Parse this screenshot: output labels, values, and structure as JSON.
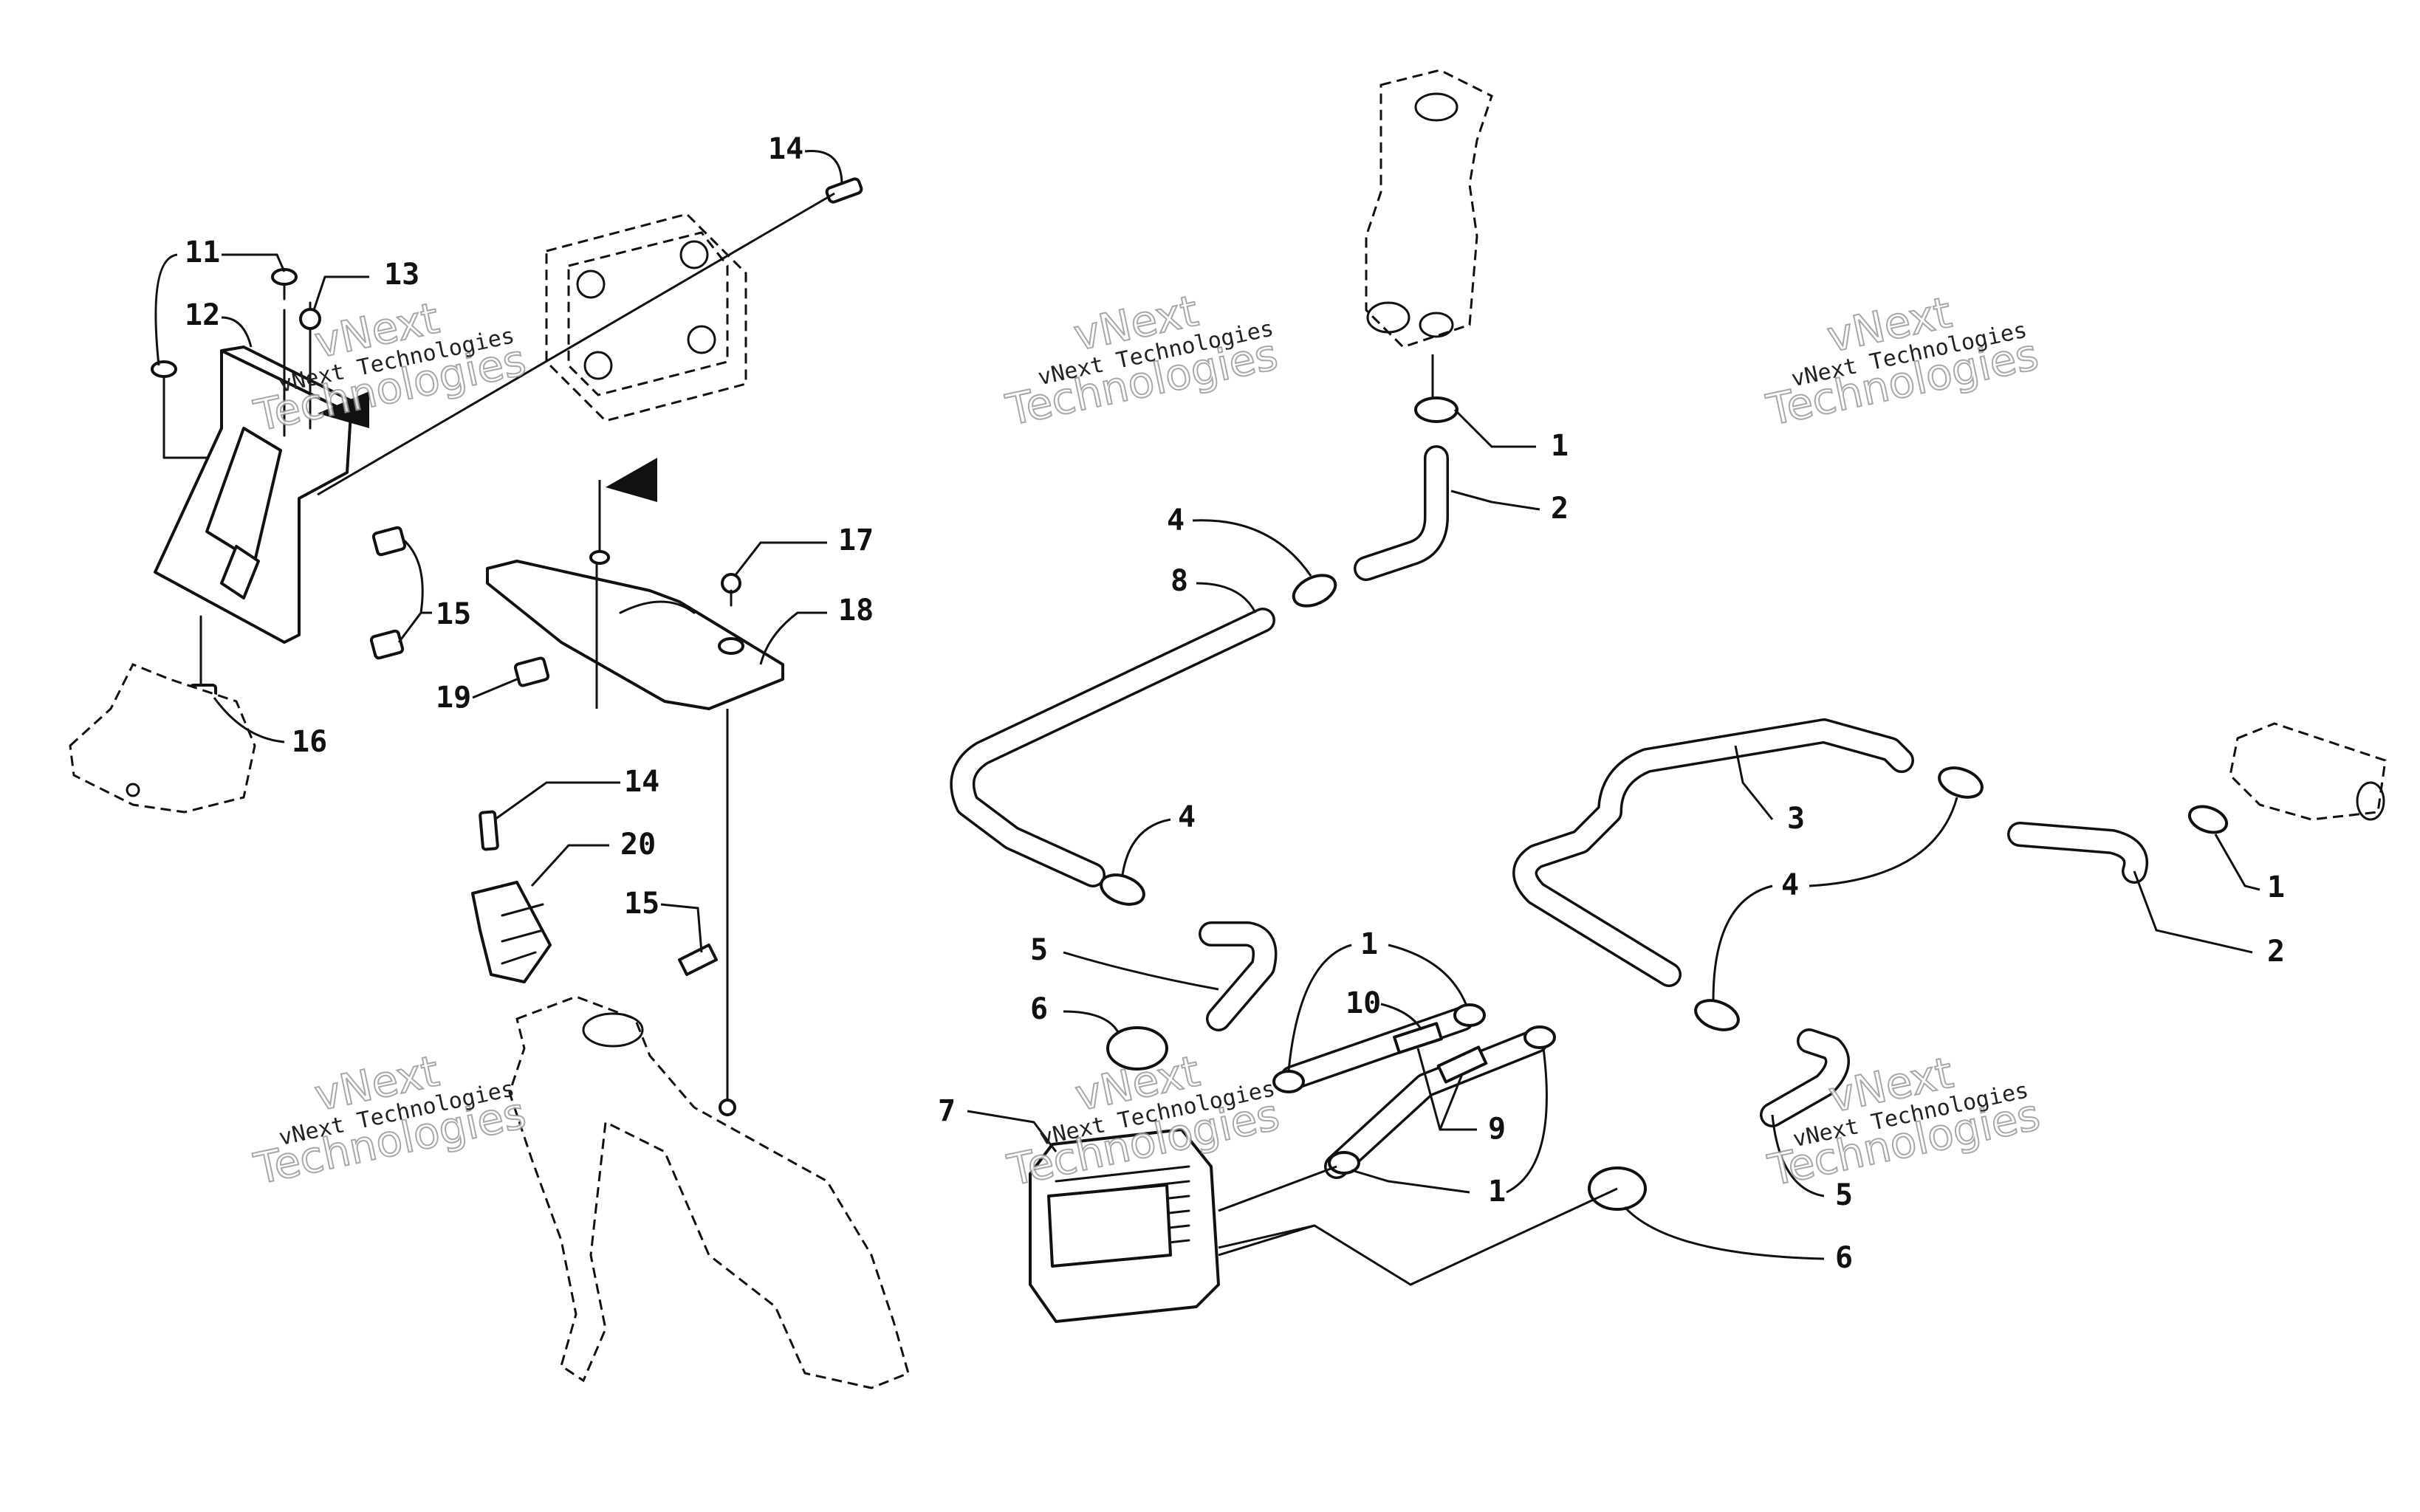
{
  "callouts": [
    {
      "id": "c14a",
      "text": "14"
    },
    {
      "id": "c11",
      "text": "11"
    },
    {
      "id": "c13",
      "text": "13"
    },
    {
      "id": "c12",
      "text": "12"
    },
    {
      "id": "c15a",
      "text": "15"
    },
    {
      "id": "c16",
      "text": "16"
    },
    {
      "id": "c17",
      "text": "17"
    },
    {
      "id": "c18",
      "text": "18"
    },
    {
      "id": "c19",
      "text": "19"
    },
    {
      "id": "c14b",
      "text": "14"
    },
    {
      "id": "c20",
      "text": "20"
    },
    {
      "id": "c15b",
      "text": "15"
    },
    {
      "id": "c1a",
      "text": "1"
    },
    {
      "id": "c2a",
      "text": "2"
    },
    {
      "id": "c4a",
      "text": "4"
    },
    {
      "id": "c8",
      "text": "8"
    },
    {
      "id": "c4b",
      "text": "4"
    },
    {
      "id": "c5a",
      "text": "5"
    },
    {
      "id": "c6a",
      "text": "6"
    },
    {
      "id": "c7",
      "text": "7"
    },
    {
      "id": "c1b",
      "text": "1"
    },
    {
      "id": "c10",
      "text": "10"
    },
    {
      "id": "c9",
      "text": "9"
    },
    {
      "id": "c1c",
      "text": "1"
    },
    {
      "id": "c3",
      "text": "3"
    },
    {
      "id": "c4c",
      "text": "4"
    },
    {
      "id": "c1d",
      "text": "1"
    },
    {
      "id": "c2b",
      "text": "2"
    },
    {
      "id": "c5b",
      "text": "5"
    },
    {
      "id": "c6b",
      "text": "6"
    }
  ],
  "watermark": {
    "line1": "vNext Technologies",
    "line2": "vNext",
    "line3": "Technologies"
  }
}
